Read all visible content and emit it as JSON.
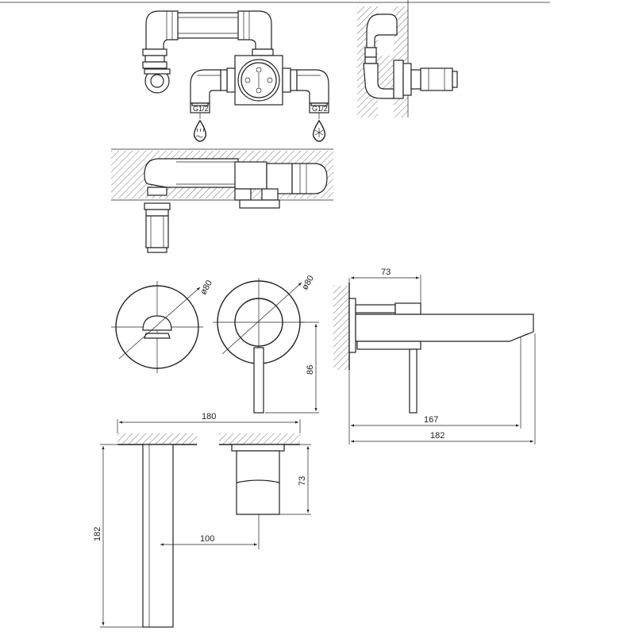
{
  "connections": {
    "hot": {
      "thread": "G1/2"
    },
    "cold": {
      "thread": "G1/2"
    }
  },
  "dimensions": {
    "plate_dia_left": "ø80",
    "plate_dia_right": "ø80",
    "lever_height": "86",
    "spout_body_depth": "73",
    "spout_to_center": "167",
    "total_projection": "182",
    "top_width": "180",
    "body_height": "73",
    "side_height": "182",
    "offset": "100"
  }
}
